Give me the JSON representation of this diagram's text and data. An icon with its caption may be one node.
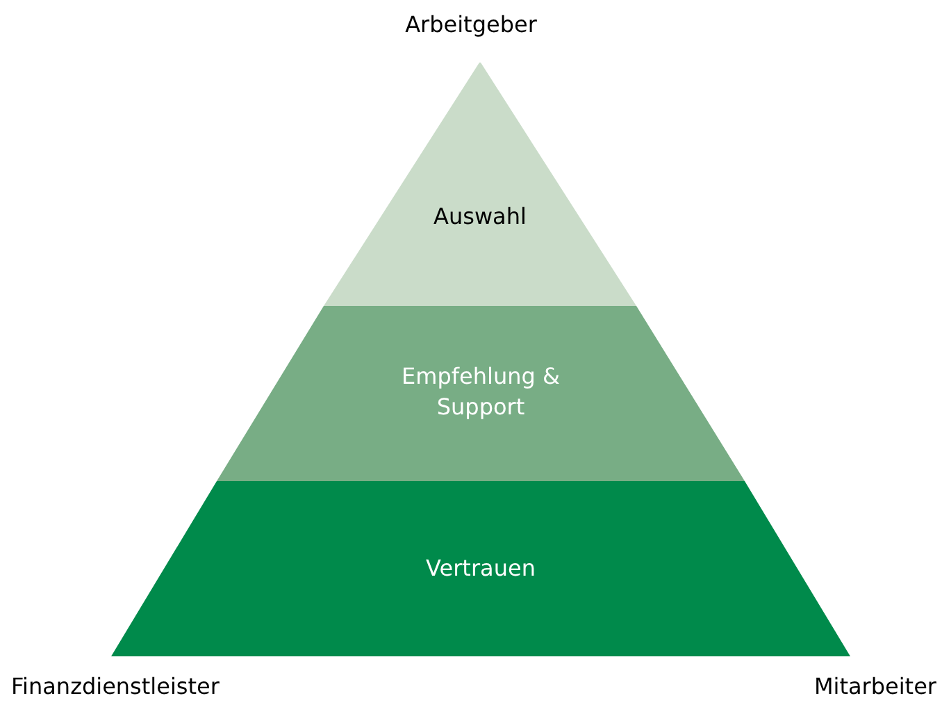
{
  "diagram": {
    "nodes": [
      {
        "text": [
          "Auswahl"
        ]
      },
      {
        "text": [
          "Empfehlung & Support"
        ]
      },
      {
        "text": [
          "Vertrauen"
        ]
      }
    ],
    "labels": [
      "Arbeitgeber",
      "Finanzdienstleister",
      "Mitarbeiter"
    ]
  }
}
